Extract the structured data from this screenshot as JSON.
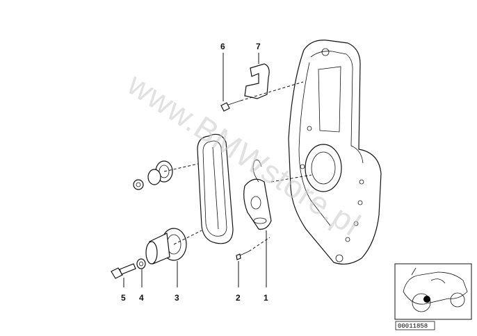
{
  "watermark": "www.BMWstore.pl",
  "callouts": [
    {
      "id": "c1",
      "label": "1"
    },
    {
      "id": "c2",
      "label": "2"
    },
    {
      "id": "c3",
      "label": "3"
    },
    {
      "id": "c4",
      "label": "4"
    },
    {
      "id": "c5",
      "label": "5"
    },
    {
      "id": "c6",
      "label": "6"
    },
    {
      "id": "c7",
      "label": "7"
    }
  ],
  "inset": {
    "reference": "00011858"
  }
}
